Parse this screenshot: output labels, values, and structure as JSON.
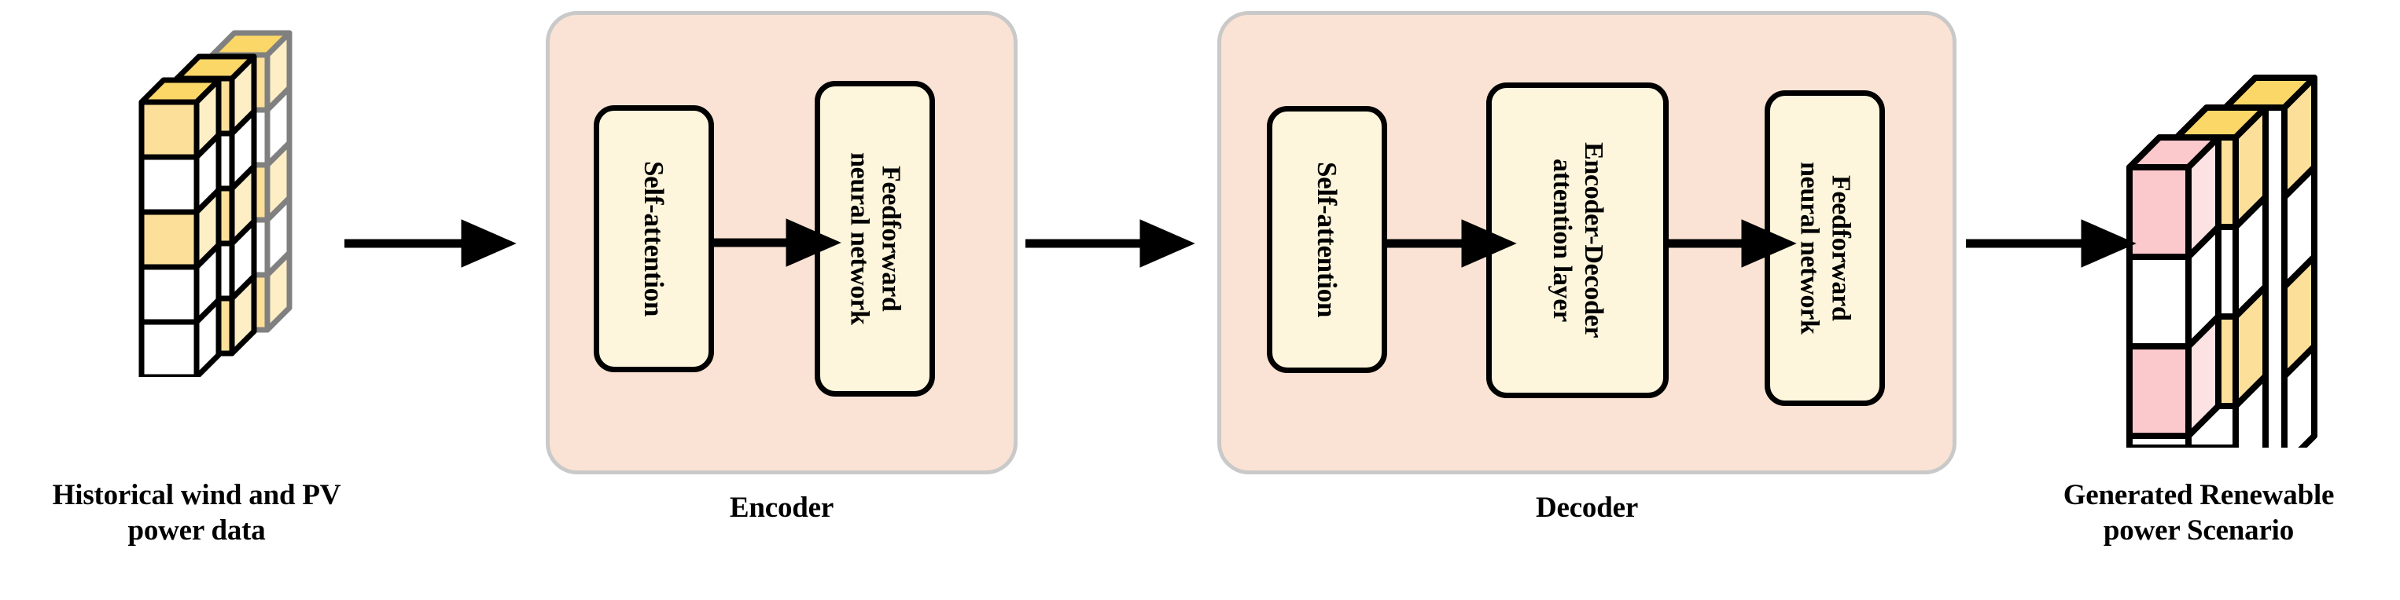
{
  "figure": {
    "type": "architecture-diagram",
    "title": "Transformer encoder-decoder for renewable power scenario generation",
    "background_color": "#ffffff"
  },
  "palette": {
    "module_fill": "#fae3d4",
    "module_border": "#c9c9c9",
    "block_fill": "#fdf6dc",
    "block_border": "#000000",
    "cube_yellow_front": "#fce09a",
    "cube_yellow_top": "#fbd768",
    "cube_yellow_side": "#fdeec6",
    "cube_pink_front": "#fbc9cc",
    "cube_pink_top": "#fbc9cc",
    "cube_pink_side": "#fde2e3",
    "cube_white": "#ffffff",
    "cube_outline_front": "#000000",
    "cube_outline_back": "#808080",
    "arrow_color": "#000000",
    "text_color": "#000000"
  },
  "input": {
    "caption": "Historical wind and PV\npower data",
    "icon_name": "data-cube-stack",
    "layers": 3,
    "rows_per_layer": 5,
    "layer_colors": [
      "yellow",
      "white",
      "yellow",
      "white",
      "yellow"
    ]
  },
  "encoder": {
    "caption": "Encoder",
    "blocks": [
      {
        "id": "self-attention",
        "label": "Self-attention"
      },
      {
        "id": "feedforward",
        "label": "Feedforward\nneural network"
      }
    ]
  },
  "decoder": {
    "caption": "Decoder",
    "blocks": [
      {
        "id": "self-attention",
        "label": "Self-attention"
      },
      {
        "id": "enc-dec-attention",
        "label": "Encoder-Decoder\nattention layer"
      },
      {
        "id": "feedforward",
        "label": "Feedforward\nneural network"
      }
    ]
  },
  "output": {
    "caption": "Generated Renewable\npower Scenario",
    "icon_name": "scenario-cube-grid",
    "columns": 3,
    "rows": 4,
    "column_colors": [
      "pink",
      "yellow",
      "white"
    ]
  },
  "arrows": [
    {
      "id": "input-to-encoder",
      "label": "",
      "direction": "right"
    },
    {
      "id": "encoder-to-decoder",
      "label": "",
      "direction": "right"
    },
    {
      "id": "decoder-to-output",
      "label": "",
      "direction": "right"
    }
  ]
}
